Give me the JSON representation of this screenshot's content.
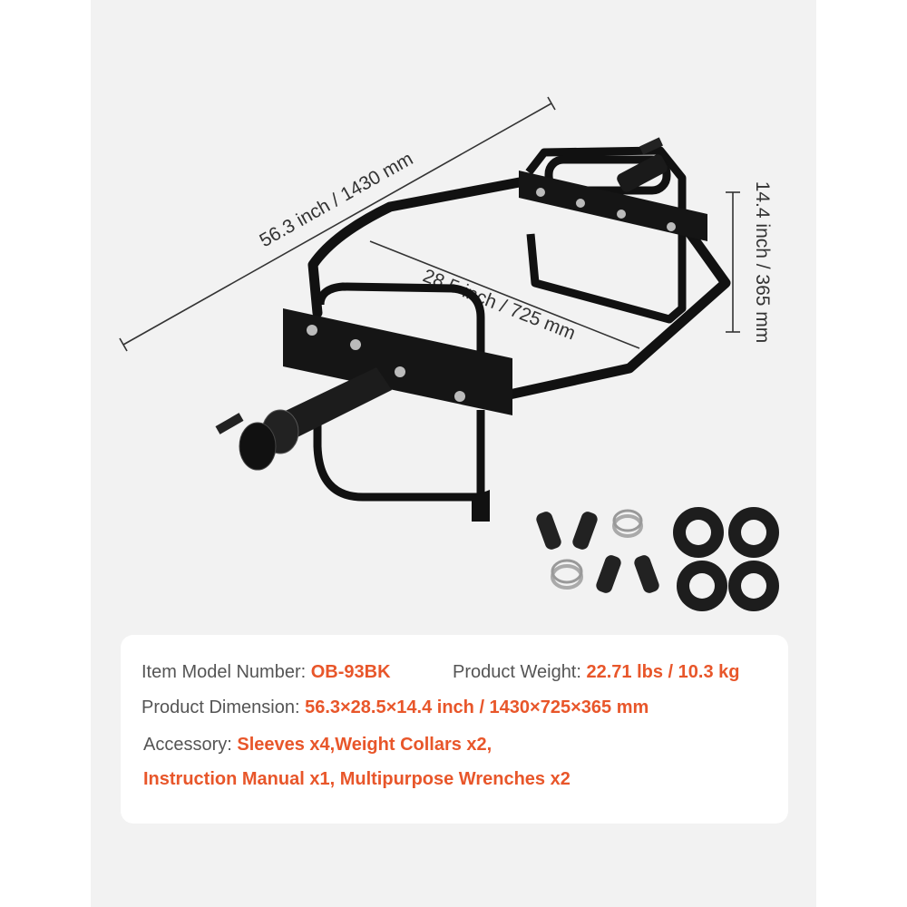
{
  "dimensions": {
    "length": "56.3 inch / 1430 mm",
    "inner_width": "28.5 inch / 725 mm",
    "height": "14.4 inch / 365 mm"
  },
  "colors": {
    "accent": "#e8562a",
    "label_text": "#555555",
    "frame": "#111111",
    "background": "#f2f2f2"
  },
  "specs": {
    "model_label": "Item Model Number: ",
    "model_value": "OB-93BK",
    "weight_label": "Product Weight: ",
    "weight_value": "22.71 lbs / 10.3 kg",
    "dimension_label": "Product Dimension: ",
    "dimension_value": "56.3×28.5×14.4 inch / 1430×725×365 mm",
    "accessory_label": "Accessory: ",
    "accessory_value_1": "Sleeves x4,Weight Collars x2,",
    "accessory_value_2": "Instruction Manual x1, Multipurpose Wrenches x2"
  },
  "accessories": {
    "collars_icon": "spring-collar-icon",
    "sleeves_icon": "sleeve-ring-icon"
  }
}
